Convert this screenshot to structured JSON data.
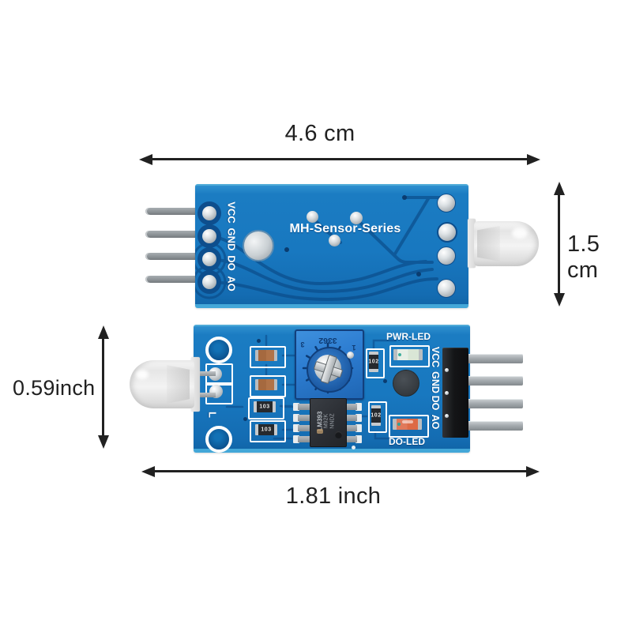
{
  "dimensions": {
    "top": "4.6 cm",
    "right": "1.5 cm",
    "left": "0.59inch",
    "bottom": "1.81 inch"
  },
  "pcb_top_view": {
    "title": "MH-Sensor-Series",
    "pin_labels": [
      "VCC",
      "GND",
      "DO",
      "AO"
    ]
  },
  "pcb_bottom_view": {
    "pwr_led_label": "PWR-LED",
    "do_led_label": "DO-LED",
    "l_mark": "L",
    "pin_labels": [
      "VCC",
      "GND",
      "DO",
      "AO"
    ],
    "potentiometer": {
      "marking": "3362",
      "left_num": "3",
      "right_num": "1"
    },
    "ic": {
      "line1": "LM393",
      "line2": "M92K",
      "line3": "NNDZ"
    },
    "resistors": {
      "r1": "103",
      "r2": "103",
      "r3": "102",
      "r4": "102"
    }
  },
  "colors": {
    "pcb-blue": "#1878c0",
    "pcb-blue-dark": "#11609f",
    "trace-navy": "#0d5291",
    "pcb-edge-light": "#43a7d8",
    "silkscreen": "#ffffff",
    "pot-blue": "#2e7ed2",
    "arrow-ink": "#212121",
    "pin-silver": "#9aa0a4",
    "header-black": "#141517",
    "ic-black": "#2b2e34",
    "cap-tan": "#aa6c42",
    "led-white": "#f1f1f1",
    "smd-orange": "#dd6a45"
  }
}
